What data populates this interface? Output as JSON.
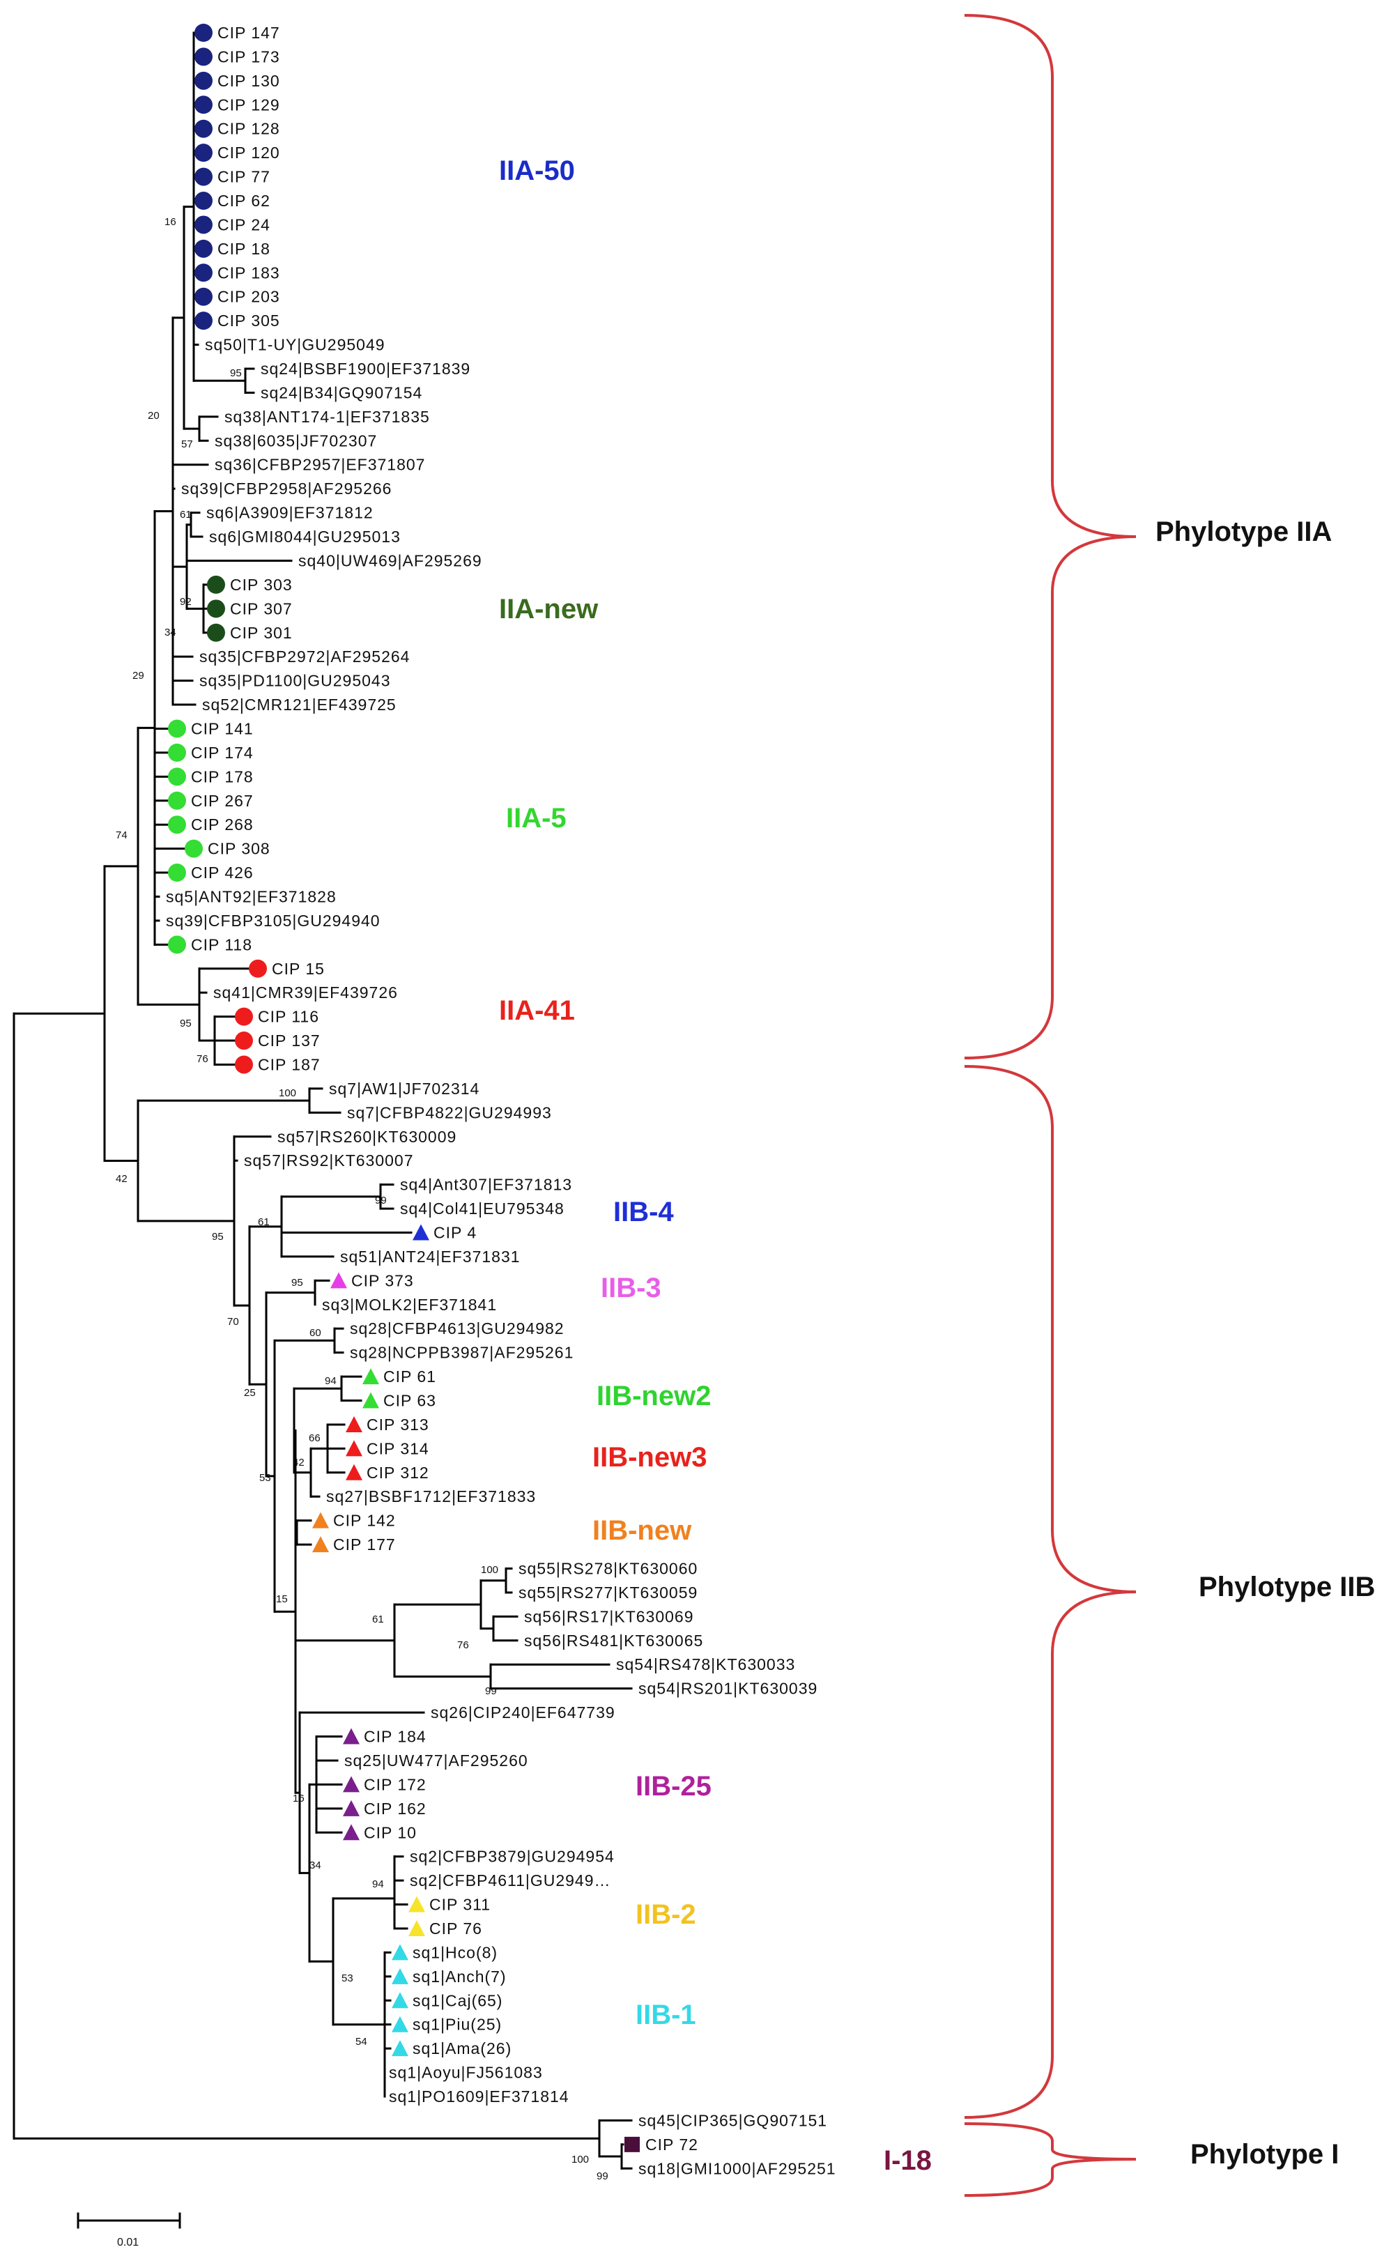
{
  "leaves": [
    {
      "name": "CIP 147",
      "marker": "circle",
      "color": "#1a237e"
    },
    {
      "name": "CIP 173",
      "marker": "circle",
      "color": "#1a237e"
    },
    {
      "name": "CIP 130",
      "marker": "circle",
      "color": "#1a237e"
    },
    {
      "name": "CIP 129",
      "marker": "circle",
      "color": "#1a237e"
    },
    {
      "name": "CIP 128",
      "marker": "circle",
      "color": "#1a237e"
    },
    {
      "name": "CIP 120",
      "marker": "circle",
      "color": "#1a237e"
    },
    {
      "name": "CIP 77",
      "marker": "circle",
      "color": "#1a237e"
    },
    {
      "name": "CIP 62",
      "marker": "circle",
      "color": "#1a237e"
    },
    {
      "name": "CIP 24",
      "marker": "circle",
      "color": "#1a237e"
    },
    {
      "name": "CIP 18",
      "marker": "circle",
      "color": "#1a237e"
    },
    {
      "name": "CIP 183",
      "marker": "circle",
      "color": "#1a237e"
    },
    {
      "name": "CIP 203",
      "marker": "circle",
      "color": "#1a237e"
    },
    {
      "name": "CIP 305",
      "marker": "circle",
      "color": "#1a237e"
    },
    {
      "name": "sq50|T1-UY|GU295049",
      "marker": "none"
    },
    {
      "name": "sq24|BSBF1900|EF371839",
      "marker": "none"
    },
    {
      "name": "sq24|B34|GQ907154",
      "marker": "none"
    },
    {
      "name": "sq38|ANT174-1|EF371835",
      "marker": "none"
    },
    {
      "name": "sq38|6035|JF702307",
      "marker": "none"
    },
    {
      "name": "sq36|CFBP2957|EF371807",
      "marker": "none"
    },
    {
      "name": "sq39|CFBP2958|AF295266",
      "marker": "none"
    },
    {
      "name": "sq6|A3909|EF371812",
      "marker": "none"
    },
    {
      "name": "sq6|GMI8044|GU295013",
      "marker": "none"
    },
    {
      "name": "sq40|UW469|AF295269",
      "marker": "none"
    },
    {
      "name": "CIP 303",
      "marker": "circle",
      "color": "#1b4d1b"
    },
    {
      "name": "CIP 307",
      "marker": "circle",
      "color": "#1b4d1b"
    },
    {
      "name": "CIP 301",
      "marker": "circle",
      "color": "#1b4d1b"
    },
    {
      "name": "sq35|CFBP2972|AF295264",
      "marker": "none"
    },
    {
      "name": "sq35|PD1100|GU295043",
      "marker": "none"
    },
    {
      "name": "sq52|CMR121|EF439725",
      "marker": "none"
    },
    {
      "name": "CIP 141",
      "marker": "circle",
      "color": "#33dd33"
    },
    {
      "name": "CIP 174",
      "marker": "circle",
      "color": "#33dd33"
    },
    {
      "name": "CIP 178",
      "marker": "circle",
      "color": "#33dd33"
    },
    {
      "name": "CIP 267",
      "marker": "circle",
      "color": "#33dd33"
    },
    {
      "name": "CIP 268",
      "marker": "circle",
      "color": "#33dd33"
    },
    {
      "name": "CIP 308",
      "marker": "circle",
      "color": "#33dd33"
    },
    {
      "name": "CIP 426",
      "marker": "circle",
      "color": "#33dd33"
    },
    {
      "name": "sq5|ANT92|EF371828",
      "marker": "none"
    },
    {
      "name": "sq39|CFBP3105|GU294940",
      "marker": "none"
    },
    {
      "name": "CIP 118",
      "marker": "circle",
      "color": "#33dd33"
    },
    {
      "name": "CIP 15",
      "marker": "circle",
      "color": "#ee1c1c"
    },
    {
      "name": "sq41|CMR39|EF439726",
      "marker": "none"
    },
    {
      "name": "CIP 116",
      "marker": "circle",
      "color": "#ee1c1c"
    },
    {
      "name": "CIP 137",
      "marker": "circle",
      "color": "#ee1c1c"
    },
    {
      "name": "CIP 187",
      "marker": "circle",
      "color": "#ee1c1c"
    },
    {
      "name": "sq7|AW1|JF702314",
      "marker": "none"
    },
    {
      "name": "sq7|CFBP4822|GU294993",
      "marker": "none"
    },
    {
      "name": "sq57|RS260|KT630009",
      "marker": "none"
    },
    {
      "name": "sq57|RS92|KT630007",
      "marker": "none"
    },
    {
      "name": "sq4|Ant307|EF371813",
      "marker": "none"
    },
    {
      "name": "sq4|Col41|EU795348",
      "marker": "none"
    },
    {
      "name": "CIP 4",
      "marker": "triangle",
      "color": "#1f2fd6"
    },
    {
      "name": "sq51|ANT24|EF371831",
      "marker": "none"
    },
    {
      "name": "CIP 373",
      "marker": "triangle",
      "color": "#e63ee6"
    },
    {
      "name": "sq3|MOLK2|EF371841",
      "marker": "none"
    },
    {
      "name": "sq28|CFBP4613|GU294982",
      "marker": "none"
    },
    {
      "name": "sq28|NCPPB3987|AF295261",
      "marker": "none"
    },
    {
      "name": "CIP 61",
      "marker": "triangle",
      "color": "#33dd33"
    },
    {
      "name": "CIP 63",
      "marker": "triangle",
      "color": "#33dd33"
    },
    {
      "name": "CIP 313",
      "marker": "triangle",
      "color": "#ee1c1c"
    },
    {
      "name": "CIP 314",
      "marker": "triangle",
      "color": "#ee1c1c"
    },
    {
      "name": "CIP 312",
      "marker": "triangle",
      "color": "#ee1c1c"
    },
    {
      "name": "sq27|BSBF1712|EF371833",
      "marker": "none"
    },
    {
      "name": "CIP 142",
      "marker": "triangle",
      "color": "#f0811e"
    },
    {
      "name": "CIP 177",
      "marker": "triangle",
      "color": "#f0811e"
    },
    {
      "name": "sq55|RS278|KT630060",
      "marker": "none"
    },
    {
      "name": "sq55|RS277|KT630059",
      "marker": "none"
    },
    {
      "name": "sq56|RS17|KT630069",
      "marker": "none"
    },
    {
      "name": "sq56|RS481|KT630065",
      "marker": "none"
    },
    {
      "name": "sq54|RS478|KT630033",
      "marker": "none"
    },
    {
      "name": "sq54|RS201|KT630039",
      "marker": "none"
    },
    {
      "name": "sq26|CIP240|EF647739",
      "marker": "none"
    },
    {
      "name": "CIP 184",
      "marker": "triangle",
      "color": "#7a1f8c"
    },
    {
      "name": "sq25|UW477|AF295260",
      "marker": "none"
    },
    {
      "name": "CIP 172",
      "marker": "triangle",
      "color": "#7a1f8c"
    },
    {
      "name": "CIP 162",
      "marker": "triangle",
      "color": "#7a1f8c"
    },
    {
      "name": "CIP 10",
      "marker": "triangle",
      "color": "#7a1f8c"
    },
    {
      "name": "sq2|CFBP3879|GU294954",
      "marker": "none"
    },
    {
      "name": "sq2|CFBP4611|GU2949…",
      "marker": "none"
    },
    {
      "name": "CIP 311",
      "marker": "triangle",
      "color": "#f7e32a"
    },
    {
      "name": "CIP 76",
      "marker": "triangle",
      "color": "#f7e32a"
    },
    {
      "name": "sq1|Hco(8)",
      "marker": "triangle",
      "color": "#33d9e6"
    },
    {
      "name": "sq1|Anch(7)",
      "marker": "triangle",
      "color": "#33d9e6"
    },
    {
      "name": "sq1|Caj(65)",
      "marker": "triangle",
      "color": "#33d9e6"
    },
    {
      "name": "sq1|Piu(25)",
      "marker": "triangle",
      "color": "#33d9e6"
    },
    {
      "name": "sq1|Ama(26)",
      "marker": "triangle",
      "color": "#33d9e6"
    },
    {
      "name": "sq1|Aoyu|FJ561083",
      "marker": "none"
    },
    {
      "name": "sq1|PO1609|EF371814",
      "marker": "none"
    },
    {
      "name": "sq45|CIP365|GQ907151",
      "marker": "none"
    },
    {
      "name": "CIP 72",
      "marker": "square",
      "color": "#4a0e3b"
    },
    {
      "name": "sq18|GMI1000|AF295251",
      "marker": "none"
    }
  ],
  "bootstrap": [
    "16",
    "20",
    "95",
    "57",
    "61",
    "92",
    "34",
    "29",
    "74",
    "95",
    "76",
    "100",
    "42",
    "99",
    "61",
    "95",
    "70",
    "95",
    "60",
    "25",
    "94",
    "66",
    "42",
    "53",
    "100",
    "76",
    "99",
    "61",
    "15",
    "16",
    "94",
    "34",
    "53",
    "54",
    "100",
    "99"
  ],
  "groups": [
    {
      "label": "IIA-50",
      "color": "#1a2cc8"
    },
    {
      "label": "IIA-new",
      "color": "#3a6b1e"
    },
    {
      "label": "IIA-5",
      "color": "#33d62f"
    },
    {
      "label": "IIA-41",
      "color": "#e8221c"
    },
    {
      "label": "IIB-4",
      "color": "#1f2fd6"
    },
    {
      "label": "IIB-3",
      "color": "#e85ee8"
    },
    {
      "label": "IIB-new2",
      "color": "#2fd32f"
    },
    {
      "label": "IIB-new3",
      "color": "#e8221c"
    },
    {
      "label": "IIB-new",
      "color": "#f0811e"
    },
    {
      "label": "IIB-25",
      "color": "#b0209c"
    },
    {
      "label": "IIB-2",
      "color": "#f2c21f"
    },
    {
      "label": "IIB-1",
      "color": "#33d9e6"
    },
    {
      "label": "I-18",
      "color": "#7a1540"
    }
  ],
  "phylotypes": [
    "Phylotype IIA",
    "Phylotype IIB",
    "Phylotype I"
  ],
  "brace_color": "#d3383c",
  "scale_bar": {
    "label": "0.01"
  }
}
